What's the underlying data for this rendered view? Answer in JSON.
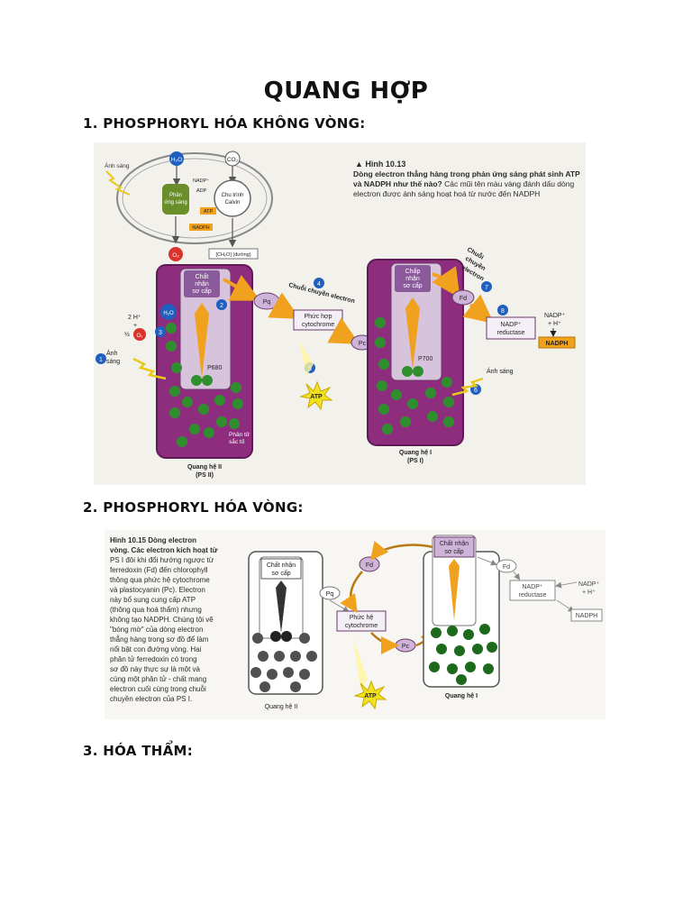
{
  "document": {
    "title": "QUANG HỢP",
    "sections": [
      {
        "heading": "1. PHOSPHORYL HÓA KHÔNG VÒNG:"
      },
      {
        "heading": "2. PHOSPHORYL HÓA VÒNG:"
      },
      {
        "heading": "3. HÓA THẨM:"
      }
    ]
  },
  "figure1": {
    "caption_label": "▲ Hình 10.13",
    "caption_bold": "Dòng electron thẳng hàng trong phản ứng sáng phát sinh ATP và NADPH như thế nào?",
    "caption_rest": "Các mũi tên màu vàng đánh dấu dòng electron được ánh sáng hoạt hoá từ nước đến NADPH",
    "inset": {
      "light": "Ánh sáng",
      "h2o": "H₂O",
      "co2": "CO₂",
      "nadp": "NADP⁺",
      "adp": "ADP",
      "light_rxn_1": "Phản",
      "light_rxn_2": "ứng sáng",
      "atp": "ATP",
      "nadph": "NADPH",
      "calvin_1": "Chu trình",
      "calvin_2": "Calvin",
      "o2": "O₂",
      "sugar": "[CH₂O] (đường)"
    },
    "ps2": {
      "acceptor_1": "Chất",
      "acceptor_2": "nhận",
      "acceptor_3": "sơ cấp",
      "p680": "P680",
      "pigment_1": "Phân tử",
      "pigment_2": "sắc tố",
      "label_1": "Quang hệ II",
      "label_2": "(PS II)",
      "h_plus": "2 H⁺",
      "plus": "+",
      "half_o2": "½",
      "o2": "O₂",
      "h2o": "H₂O",
      "light": "Ánh",
      "light2": "sáng"
    },
    "chain": {
      "pq": "Pq",
      "etc_label": "Chuỗi chuyền electron",
      "cyto_1": "Phức hợp",
      "cyto_2": "cytochrome",
      "pc": "Pc",
      "atp": "ATP"
    },
    "ps1": {
      "acceptor_1": "Chấp",
      "acceptor_2": "nhận",
      "acceptor_3": "sơ cấp",
      "p700": "P700",
      "label_1": "Quang hệ I",
      "label_2": "(PS I)",
      "light": "Ánh sáng",
      "chain2_1": "Chuỗi",
      "chain2_2": "chuyền",
      "chain2_3": "electron",
      "fd": "Fd",
      "reductase_1": "NADP⁺",
      "reductase_2": "reductase",
      "nadp_in_1": "NADP⁺",
      "nadp_in_2": "+ H⁺",
      "nadph": "NADPH"
    },
    "steps": [
      "1",
      "2",
      "3",
      "4",
      "5",
      "6",
      "7",
      "8"
    ]
  },
  "figure2": {
    "caption_label": "▶ Hình 10.15",
    "caption_bold": "Dòng electron vòng.",
    "caption_lines": [
      "Hình 10.15 Dòng electron",
      "vòng. Các electron kích hoạt từ",
      "PS I đôi khi đổi hướng ngược từ",
      "ferredoxin (Fd) đến chlorophyll",
      "thông qua phức hệ cytochrome",
      "và plastocyanin (Pc). Electron",
      "này bổ sung cung cấp ATP",
      "(thông qua hoá thẩm) nhưng",
      "không tạo NADPH. Chúng tôi vẽ",
      "\"bóng mờ\" của dòng electron",
      "thẳng hàng trong sơ đồ để làm",
      "nổi bật con đường vòng. Hai",
      "phân tử ferredoxin có trong",
      "sơ đồ này thực sự là một và",
      "cùng một phân tử - chất mang",
      "electron cuối cùng trong chuỗi",
      "chuyền electron của PS I."
    ],
    "ps2": {
      "acceptor_1": "Chất nhận",
      "acceptor_2": "sơ cấp",
      "label": "Quang hệ II"
    },
    "ps1": {
      "acceptor_1": "Chất nhận",
      "acceptor_2": "sơ cấp",
      "label": "Quang hệ I"
    },
    "pq": "Pq",
    "fd": "Fd",
    "fd2": "Fd",
    "cyto_1": "Phức hệ",
    "cyto_2": "cytochrome",
    "pc": "Pc",
    "atp": "ATP",
    "reductase_1": "NADP⁺",
    "reductase_2": "reductase",
    "nadp_in_1": "NADP⁺",
    "nadp_in_2": "+ H⁺",
    "nadph": "NADPH"
  },
  "colors": {
    "membrane": "#8e2c7e",
    "membrane_dark": "#5e1a55",
    "photosystem": "#d7c4dc",
    "pigment": "#2f8f2f",
    "pigment_dark": "#1d5a1d",
    "arrow": "#f0a21e",
    "carrier": "#cdb4d8",
    "step": "#1f5fbf",
    "o2": "#d9342b",
    "nadph": "#f0a21e",
    "gray_pigment": "#505050"
  }
}
